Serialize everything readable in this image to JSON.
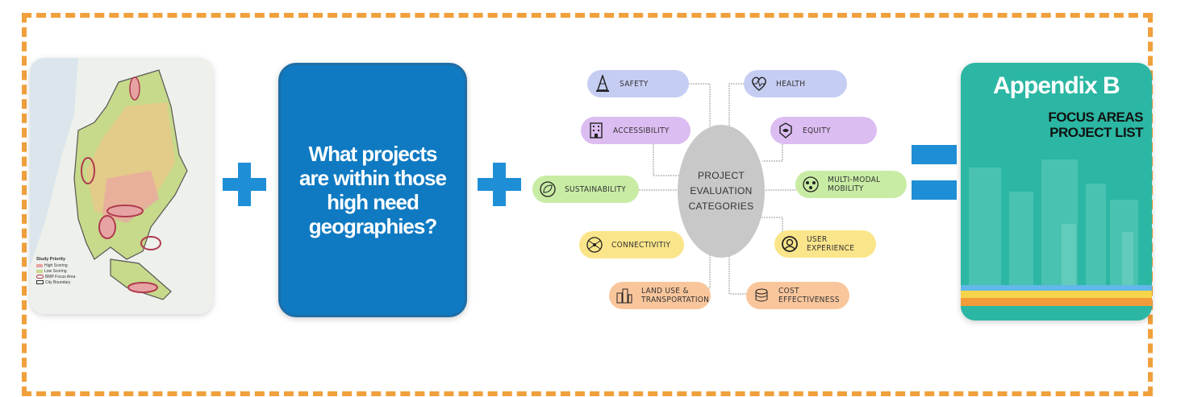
{
  "question": {
    "text": "What projects are within those high need geographies?"
  },
  "map": {
    "legend_title": "Study Priority",
    "legend_items": [
      "High Scoring",
      "Low Scoring",
      "BMP Focus Area",
      "City Boundary"
    ]
  },
  "evaluation": {
    "center_lines": [
      "PROJECT",
      "EVALUATION",
      "CATEGORIES"
    ],
    "categories": [
      {
        "label": "SAFETY",
        "icon": "traffic-cone-icon",
        "color": "#c5cdf3"
      },
      {
        "label": "HEALTH",
        "icon": "heartbeat-icon",
        "color": "#c5cdf3"
      },
      {
        "label": "ACCESSIBILITY",
        "icon": "building-icon",
        "color": "#dcbdf2"
      },
      {
        "label": "EQUITY",
        "icon": "hands-icon",
        "color": "#dcbdf2"
      },
      {
        "label": "SUSTAINABILITY",
        "icon": "leaf-icon",
        "color": "#c8eca4"
      },
      {
        "label": "MULTI-MODAL MOBILITY",
        "icon": "modes-icon",
        "color": "#c8eca4"
      },
      {
        "label": "CONNECTIVITIY",
        "icon": "network-icon",
        "color": "#fbe58a"
      },
      {
        "label": "USER EXPERIENCE",
        "icon": "user-icon",
        "color": "#fbe58a"
      },
      {
        "label": "LAND USE & TRANSPORTATION",
        "icon": "city-icon",
        "color": "#f9c69c"
      },
      {
        "label": "COST EFFECTIVENESS",
        "icon": "coins-icon",
        "color": "#f9c69c"
      }
    ]
  },
  "appendix": {
    "title": "Appendix B",
    "subtitle": "FOCUS AREAS PROJECT LIST"
  },
  "colors": {
    "accent_blue": "#1e8fd6",
    "frame_orange": "#f0a03c",
    "appendix_teal": "#2bb7a3"
  }
}
